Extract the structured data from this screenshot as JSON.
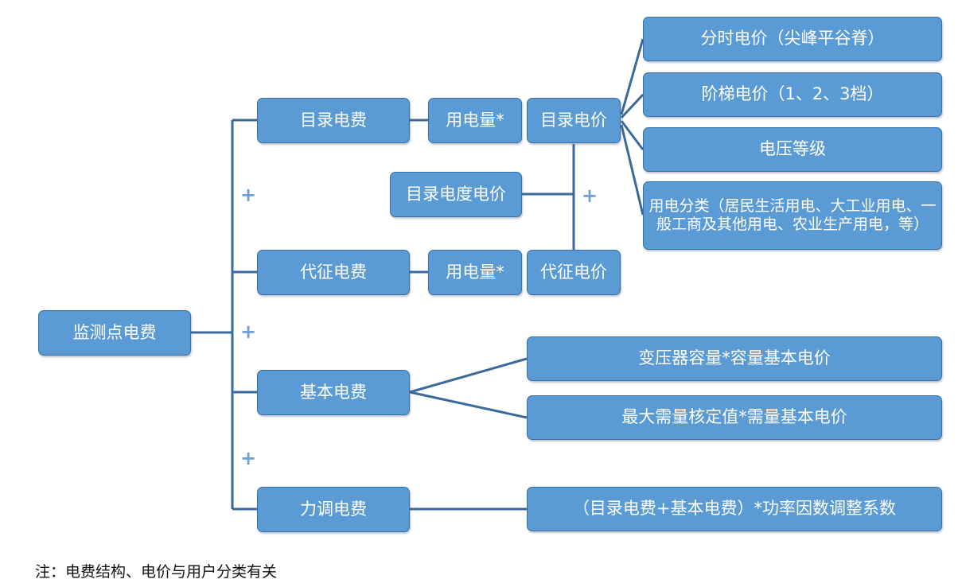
{
  "diagram": {
    "root": "监测点电费",
    "components": {
      "catalog_fee": "目录电费",
      "agency_fee": "代征电费",
      "basic_fee": "基本电费",
      "pf_fee": "力调电费"
    },
    "usage_1": "用电量*",
    "usage_2": "用电量*",
    "catalog_price": "目录电价",
    "agency_price": "代征电价",
    "catalog_kwh_price": "目录电度电价",
    "price_factors": {
      "tou": "分时电价（尖峰平谷脊）",
      "tier": "阶梯电价（1、2、3档）",
      "voltage": "电压等级",
      "category": "用电分类（居民生活用电、大工业用电、一般工商及其他用电、农业生产用电，等）"
    },
    "basic_items": {
      "capacity": "变压器容量*容量基本电价",
      "demand": "最大需量核定值*需量基本电价"
    },
    "pf_formula": "（目录电费+基本电费）*功率因数调整系数",
    "plus_symbol": "+",
    "note": "注：电费结构、电价与用户分类有关"
  },
  "colors": {
    "box_fill": "#5b9bd5",
    "box_border": "#3b6fa0",
    "connector": "#3a6a9c",
    "plus": "#6fa0d3"
  }
}
